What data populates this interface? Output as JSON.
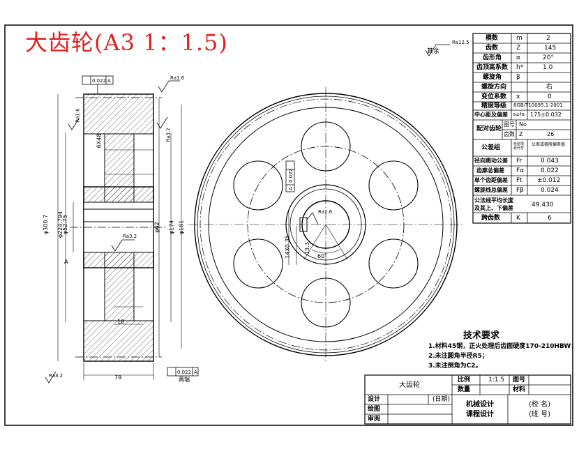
{
  "title": "大齿轮(A3 1：1.5)",
  "roughness": {
    "rest": "其余",
    "top_right": "Ra12.5",
    "side_left": "Ra1.6",
    "side_left2": "Ra3.2",
    "bore": "Ra1.6",
    "hub": "Ra3.2",
    "keyway": "Ra3.2",
    "bottom_left": "Ra3.2",
    "top_side": "Ra1.6"
  },
  "tolerance": {
    "runout_top": "0.022",
    "datum": "A",
    "runout_bottom": "0.022",
    "runout_bore": "0.022"
  },
  "dimensions": {
    "od": "φ300.7",
    "root": "φ224.794",
    "bore_hub": "φ52.75",
    "hole": "φ62",
    "rim_inner": "φ174",
    "pitch": "φ181",
    "web_width": "79",
    "hub_depth": "10",
    "key_height": "6X48",
    "bore_label": "13.3",
    "angle": "60°",
    "key_depth": "14X0.35"
  },
  "labels": {
    "section_A": "A",
    "both_sides": "两端"
  },
  "params": [
    {
      "name": "模数",
      "sym": "m",
      "val": "2"
    },
    {
      "name": "齿数",
      "sym": "Z",
      "val": "145"
    },
    {
      "name": "齿形角",
      "sym": "α",
      "val": "20°"
    },
    {
      "name": "齿顶高系数",
      "sym": "h*",
      "val": "1.0"
    },
    {
      "name": "螺旋角",
      "sym": "β",
      "val": ""
    },
    {
      "name": "螺旋方向",
      "sym": "",
      "val": "右"
    },
    {
      "name": "变位系数",
      "sym": "x",
      "val": "0"
    },
    {
      "name": "精度等级",
      "sym": "",
      "val": "8GB/T10095.1-2001"
    },
    {
      "name": "中心距及偏差",
      "sym": "a±fa",
      "val": "175±0.032"
    }
  ],
  "mating": {
    "label": "配对齿轮",
    "no_label": "图号",
    "no_val": "No",
    "teeth_label": "齿数",
    "teeth_sym": "Z",
    "teeth_val": "26"
  },
  "tolerance_group": {
    "label": "公差组",
    "col1": "检验项目代号",
    "col2": "公差或极限偏差值"
  },
  "checks": [
    {
      "name": "径向跳动公差",
      "sym": "Fr",
      "val": "0.043"
    },
    {
      "name": "齿廓总偏差",
      "sym": "Fα",
      "val": "0.022"
    },
    {
      "name": "单个齿距偏差",
      "sym": "Ft",
      "val": "±0.012"
    },
    {
      "name": "螺旋线总偏差",
      "sym": "Fβ",
      "val": "0.024"
    }
  ],
  "span": {
    "label1": "公法线平均长度",
    "label2": "及其上、下偏差",
    "val": "49.430"
  },
  "span_teeth": {
    "name": "跨齿数",
    "sym": "K",
    "val": "6"
  },
  "tech": {
    "title": "技术要求",
    "lines": [
      "1.材料45钢，正火处理后齿面硬度170-210HBW；",
      "2.未注圆角半径R5；",
      "3.未注倒角为C2。"
    ]
  },
  "titleblock": {
    "part": "大齿轮",
    "scale_label": "比例",
    "scale_val": "1:1.5",
    "drawing_no": "图号",
    "qty": "数量",
    "material": "材料",
    "design": "设计",
    "date": "(日期)",
    "draw": "绘图",
    "check": "审阅",
    "course1": "机械设计",
    "course2": "课程设计",
    "school": "(校 名)",
    "class": "(班 号)"
  }
}
